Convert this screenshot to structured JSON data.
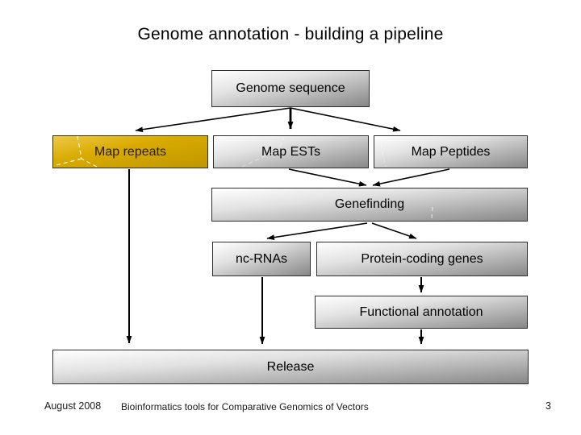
{
  "slide": {
    "title": "Genome annotation - building a pipeline"
  },
  "diagram": {
    "nodes": {
      "genome_sequence": {
        "label": "Genome sequence"
      },
      "map_repeats": {
        "label": "Map repeats",
        "highlighted": true
      },
      "map_ests": {
        "label": "Map ESTs"
      },
      "map_peptides": {
        "label": "Map Peptides"
      },
      "genefinding": {
        "label": "Genefinding"
      },
      "nc_rnas": {
        "label": "nc-RNAs"
      },
      "protein_coding_genes": {
        "label": "Protein-coding genes"
      },
      "functional_annotation": {
        "label": "Functional annotation"
      },
      "release": {
        "label": "Release"
      }
    },
    "edges": [
      {
        "from": "genome_sequence",
        "to": "map_repeats"
      },
      {
        "from": "genome_sequence",
        "to": "map_ests"
      },
      {
        "from": "genome_sequence",
        "to": "map_peptides"
      },
      {
        "from": "map_ests",
        "to": "genefinding"
      },
      {
        "from": "map_peptides",
        "to": "genefinding"
      },
      {
        "from": "genefinding",
        "to": "nc_rnas"
      },
      {
        "from": "genefinding",
        "to": "protein_coding_genes"
      },
      {
        "from": "map_repeats",
        "to": "release"
      },
      {
        "from": "nc_rnas",
        "to": "release"
      },
      {
        "from": "protein_coding_genes",
        "to": "functional_annotation"
      },
      {
        "from": "functional_annotation",
        "to": "release"
      }
    ]
  },
  "colors": {
    "highlight_box_gold": "#d9ab00",
    "gray_box_light": "#ffffff",
    "gray_box_dark": "#878787",
    "box_border": "#2d2d2d",
    "arrow": "#000000",
    "highlight_text": "#2a1c00"
  },
  "footer": {
    "date": "August 2008",
    "title": "Bioinformatics tools for Comparative Genomics of Vectors",
    "page_number": "3"
  }
}
